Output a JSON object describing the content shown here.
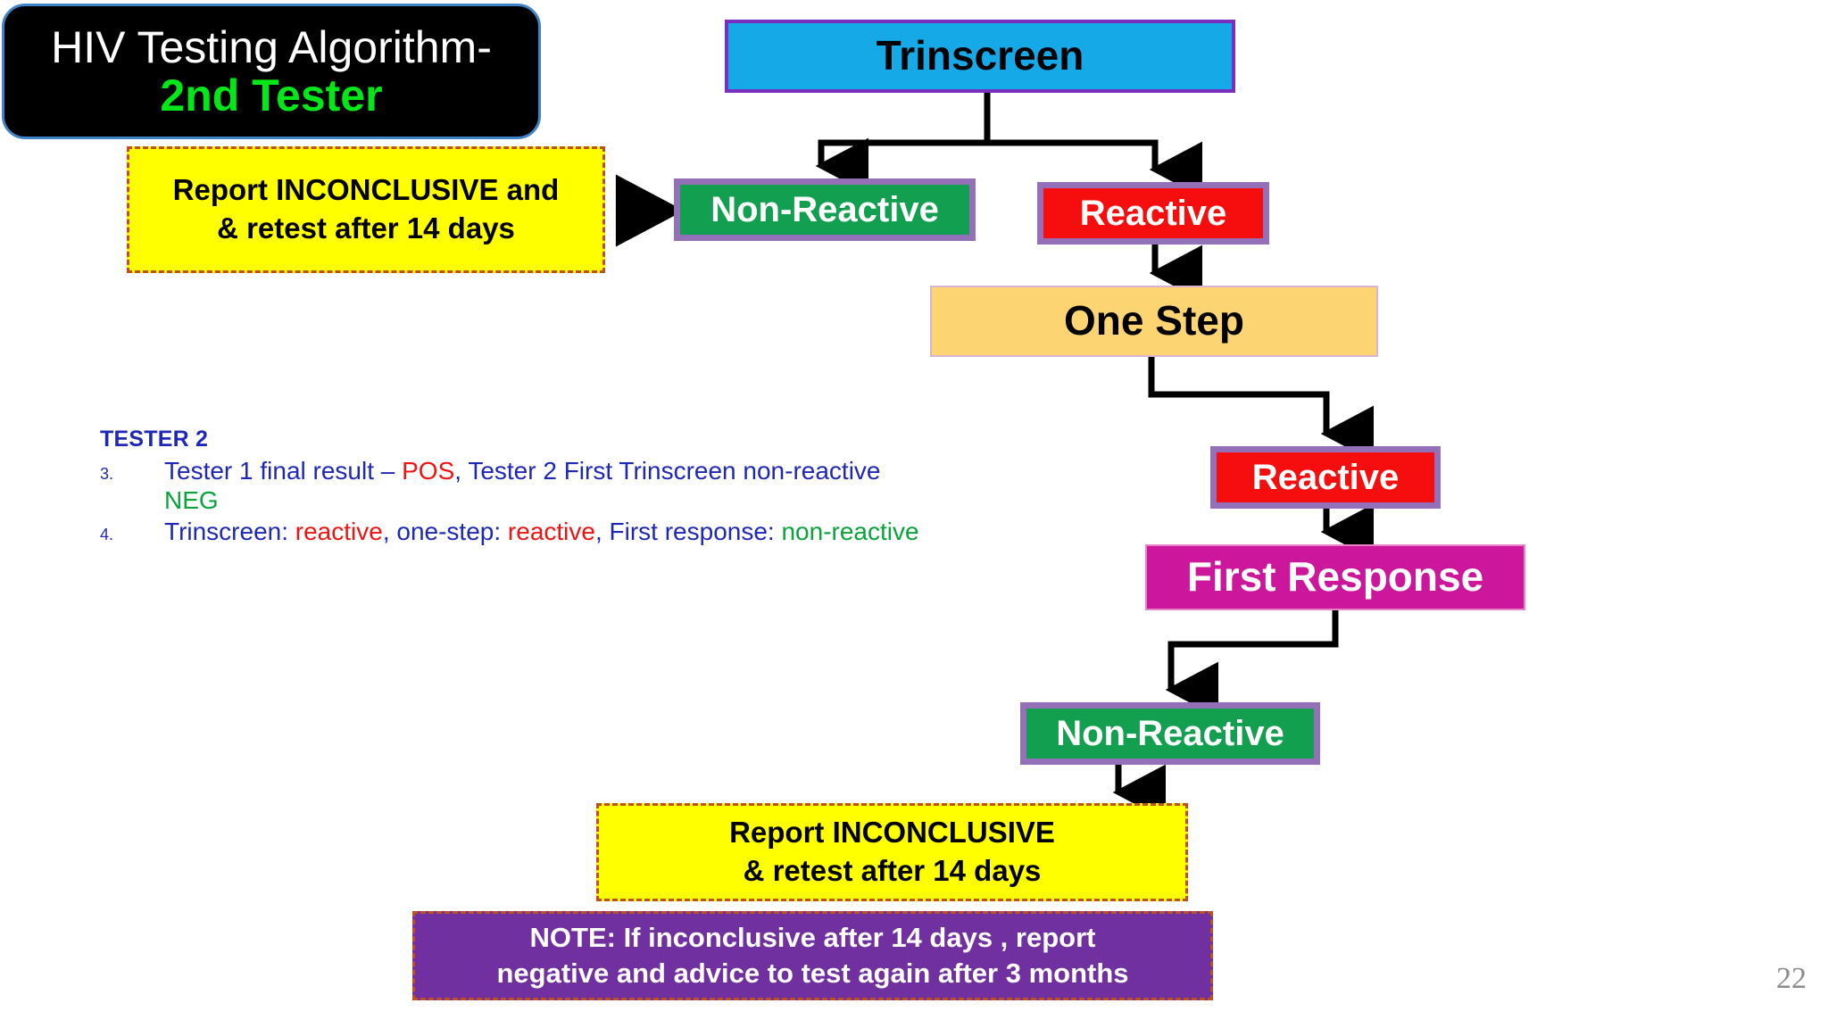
{
  "title": {
    "line1": "HIV Testing Algorithm-",
    "line2": "2nd Tester"
  },
  "nodes": {
    "trinscreen": "Trinscreen",
    "non_reactive_1": "Non-Reactive",
    "reactive_1": "Reactive",
    "one_step": "One Step",
    "reactive_2": "Reactive",
    "first_response": "First Response",
    "non_reactive_2": "Non-Reactive",
    "report_left_line1": "Report INCONCLUSIVE and",
    "report_left_line2": "& retest after 14 days",
    "report_bottom_line1": "Report INCONCLUSIVE",
    "report_bottom_line2": "& retest after 14 days",
    "note_line1": "NOTE: If inconclusive after 14 days , report",
    "note_line2": "negative and  advice to test again after 3 months"
  },
  "tester": {
    "heading": "TESTER 2",
    "items": [
      {
        "number": "3.",
        "parts": [
          {
            "text": "Tester 1 final result – ",
            "color": "blue"
          },
          {
            "text": "POS",
            "color": "red"
          },
          {
            "text": ", Tester 2 First Trinscreen non-reactive ",
            "color": "blue"
          },
          {
            "text": "NEG",
            "color": "green"
          }
        ]
      },
      {
        "number": "4.",
        "parts": [
          {
            "text": "Trinscreen: ",
            "color": "blue"
          },
          {
            "text": "reactive",
            "color": "red"
          },
          {
            "text": ", one-step: ",
            "color": "blue"
          },
          {
            "text": "reactive",
            "color": "red"
          },
          {
            "text": ", First response: ",
            "color": "blue"
          },
          {
            "text": "non-reactive",
            "color": "green"
          }
        ]
      }
    ]
  },
  "footer": {
    "page_number": "22"
  },
  "colors": {
    "trinscreen_fill": "#15a9e8",
    "trinscreen_border": "#7b2fbe",
    "reactive_fill": "#f60d0d",
    "non_reactive_fill": "#12a050",
    "one_step_fill": "#fcd471",
    "first_response_fill": "#cc169c",
    "report_fill": "#ffff00",
    "report_border": "#c05020",
    "note_fill": "#7030a0",
    "node_border": "#9370b8",
    "title_bg": "#000000",
    "title_accent": "#00e818",
    "tester_blue": "#1f28b4",
    "tester_red": "#ef1414",
    "tester_green": "#0aa33c",
    "connector": "#000000"
  }
}
